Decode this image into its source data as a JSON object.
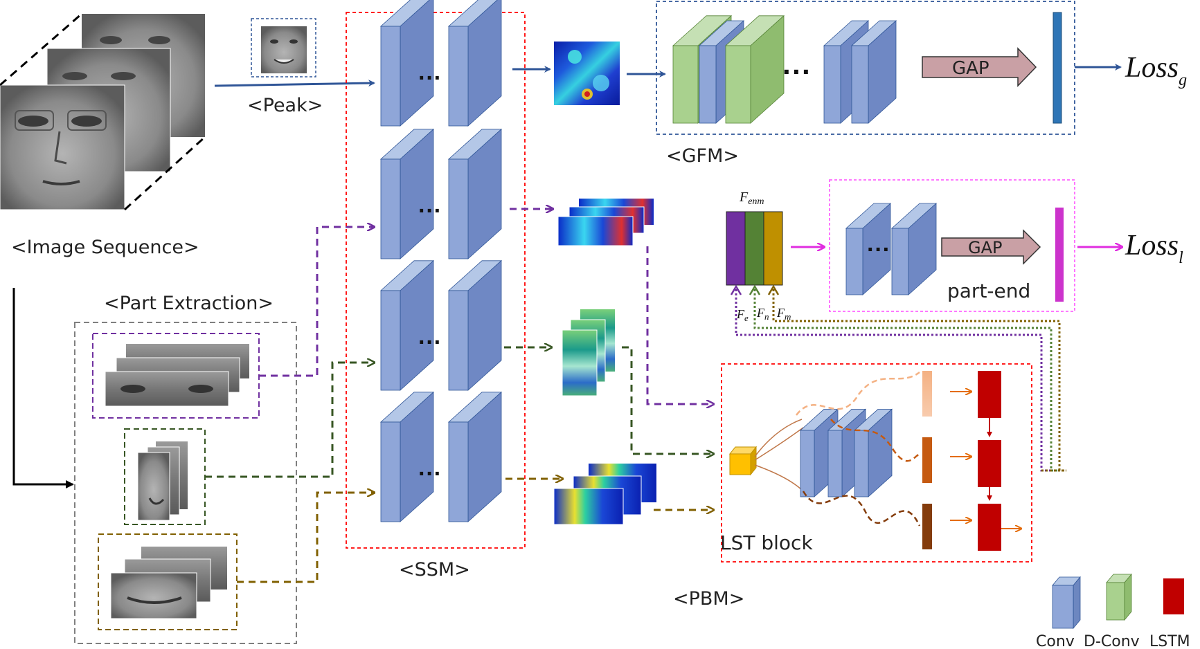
{
  "labels": {
    "image_sequence": "<Image Sequence>",
    "peak": "<Peak>",
    "part_extraction": "<Part Extraction>",
    "ssm": "<SSM>",
    "gfm": "<GFM>",
    "pbm": "<PBM>",
    "lst_block": "LST block",
    "part_end": "part-end",
    "gap_global": "GAP",
    "gap_part": "GAP",
    "loss_global_main": "Loss",
    "loss_global_sub": "g",
    "loss_local_main": "Loss",
    "loss_local_sub": "l",
    "f_enm_main": "F",
    "f_enm_sub": "enm",
    "f_e_main": "F",
    "f_e_sub": "e",
    "f_n_main": "F",
    "f_n_sub": "n",
    "f_m_main": "F",
    "f_m_sub": "m",
    "ellipsis": "···"
  },
  "legend": [
    {
      "label": "Conv",
      "color": "#8fa6d8"
    },
    {
      "label": "D-Conv",
      "color": "#a9d18e"
    },
    {
      "label": "LSTM",
      "color": "#c00000"
    }
  ],
  "colors": {
    "global_flow": "#2f5597",
    "eye_flow": "#7030a0",
    "nose_flow": "#375623",
    "mouth_flow": "#806000",
    "part_end_flow": "#e02ee0",
    "ssm_border": "#ff0000",
    "gfm_border": "#2f5597",
    "part_end_border": "#ff66ff",
    "part_extraction_border": "#7f7f7f",
    "gap_arrow": "#c9a0a5",
    "conv": "#8fa6d8",
    "dconv": "#a9d18e",
    "lstm": "#c00000",
    "feature_eye": "#7030a0",
    "feature_nose": "#548235",
    "feature_mouth": "#bf9000",
    "vector_global": "#2e75b6",
    "vector_part": "#cc33cc",
    "input_cube": "#ffc000"
  }
}
